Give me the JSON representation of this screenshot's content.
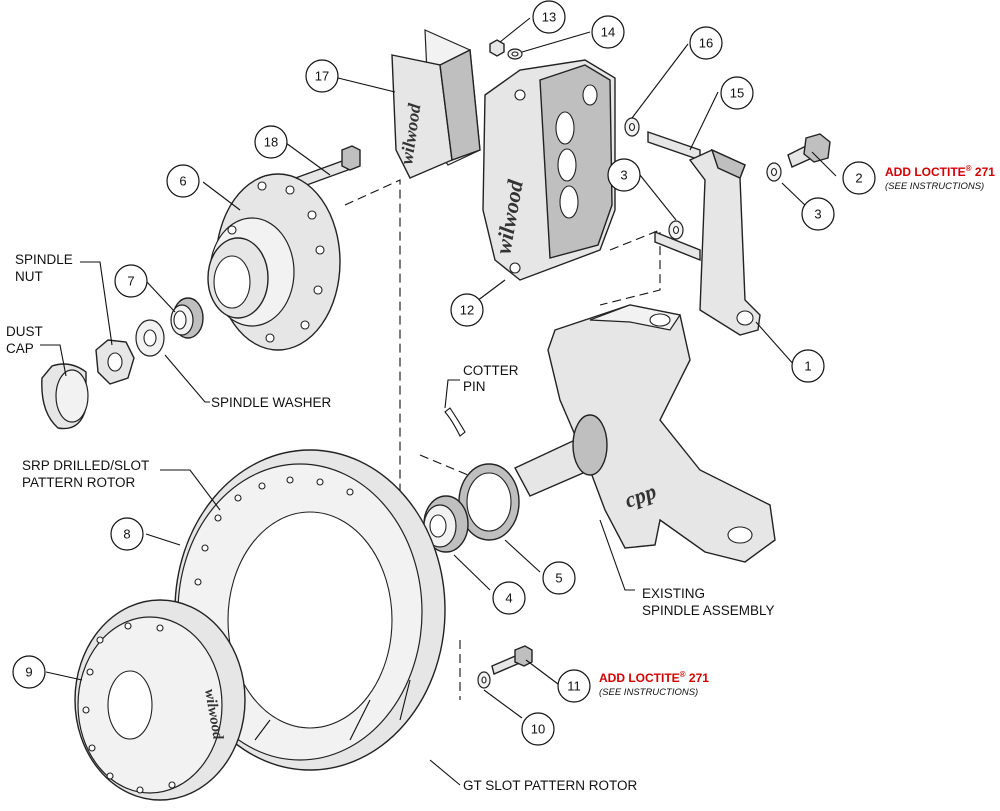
{
  "callouts": {
    "c1": "1",
    "c2": "2",
    "c3a": "3",
    "c3b": "3",
    "c4": "4",
    "c5": "5",
    "c6": "6",
    "c7": "7",
    "c8": "8",
    "c9": "9",
    "c10": "10",
    "c11": "11",
    "c12": "12",
    "c13": "13",
    "c14": "14",
    "c15": "15",
    "c16": "16",
    "c17": "17",
    "c18": "18"
  },
  "labels": {
    "spindle_nut_1": "SPINDLE",
    "spindle_nut_2": "NUT",
    "dust_cap_1": "DUST",
    "dust_cap_2": "CAP",
    "spindle_washer": "SPINDLE WASHER",
    "cotter_pin_1": "COTTER",
    "cotter_pin_2": "PIN",
    "srp_rotor_1": "SRP DRILLED/SLOT",
    "srp_rotor_2": "PATTERN ROTOR",
    "existing_spindle_1": "EXISTING",
    "existing_spindle_2": "SPINDLE ASSEMBLY",
    "gt_rotor": "GT SLOT PATTERN ROTOR"
  },
  "notes": {
    "loctite_top_main": "ADD LOCTITE",
    "loctite_top_reg": "®",
    "loctite_top_num": " 271",
    "loctite_top_sub": "(SEE INSTRUCTIONS)",
    "loctite_bottom_main": "ADD LOCTITE",
    "loctite_bottom_reg": "®",
    "loctite_bottom_num": " 271",
    "loctite_bottom_sub": "(SEE INSTRUCTIONS)"
  },
  "brand": {
    "pad_logo": "wilwood",
    "caliper_logo": "wilwood",
    "hat_logo": "wilwood",
    "spindle_logo": "cpp"
  },
  "colors": {
    "loctite_note": "#d40000",
    "line": "#111111"
  }
}
